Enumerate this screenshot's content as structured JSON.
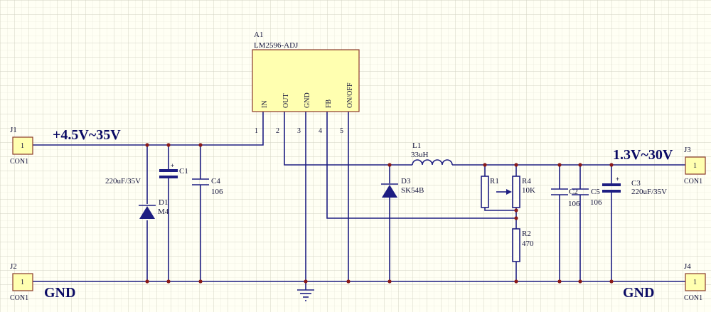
{
  "colors": {
    "background": "#fffff4",
    "grid": "#d8d8c8",
    "wire": "#1e1e82",
    "component_fill": "#ffffb0",
    "component_border": "#8a3a2a",
    "junction": "#8a1a1a",
    "text": "#14143c",
    "rail_text": "#0a0a64"
  },
  "regulator": {
    "designator": "A1",
    "part": "LM2596-ADJ",
    "pins": [
      "IN",
      "OUT",
      "GND",
      "FB",
      "ON/OFF"
    ],
    "pin_numbers": [
      "1",
      "2",
      "3",
      "4",
      "5"
    ]
  },
  "connectors": {
    "j1": {
      "designator": "J1",
      "pin": "1",
      "type": "CON1"
    },
    "j2": {
      "designator": "J2",
      "pin": "1",
      "type": "CON1"
    },
    "j3": {
      "designator": "J3",
      "pin": "1",
      "type": "CON1"
    },
    "j4": {
      "designator": "J4",
      "pin": "1",
      "type": "CON1"
    }
  },
  "rails": {
    "vin": "+4.5V~35V",
    "vout": "1.3V~30V",
    "gnd_left": "GND",
    "gnd_right": "GND"
  },
  "components": {
    "c1": {
      "designator": "C1",
      "value": "220uF/35V"
    },
    "c4": {
      "designator": "C4",
      "value": "106"
    },
    "d1": {
      "designator": "D1",
      "value": "M4"
    },
    "d3": {
      "designator": "D3",
      "value": "SK54B"
    },
    "l1": {
      "designator": "L1",
      "value": "33uH"
    },
    "r1": {
      "designator": "R1"
    },
    "r4": {
      "designator": "R4",
      "value": "10K"
    },
    "r2": {
      "designator": "R2",
      "value": "470"
    },
    "c2": {
      "designator": "C2",
      "value": "106"
    },
    "c5": {
      "designator": "C5",
      "value": "106"
    },
    "c3": {
      "designator": "C3",
      "value": "220uF/35V"
    }
  },
  "icons": {
    "ground": "ground-icon",
    "diode": "diode-icon",
    "capacitor": "capacitor-icon",
    "resistor": "resistor-icon",
    "inductor": "inductor-icon",
    "potentiometer": "potentiometer-icon"
  }
}
